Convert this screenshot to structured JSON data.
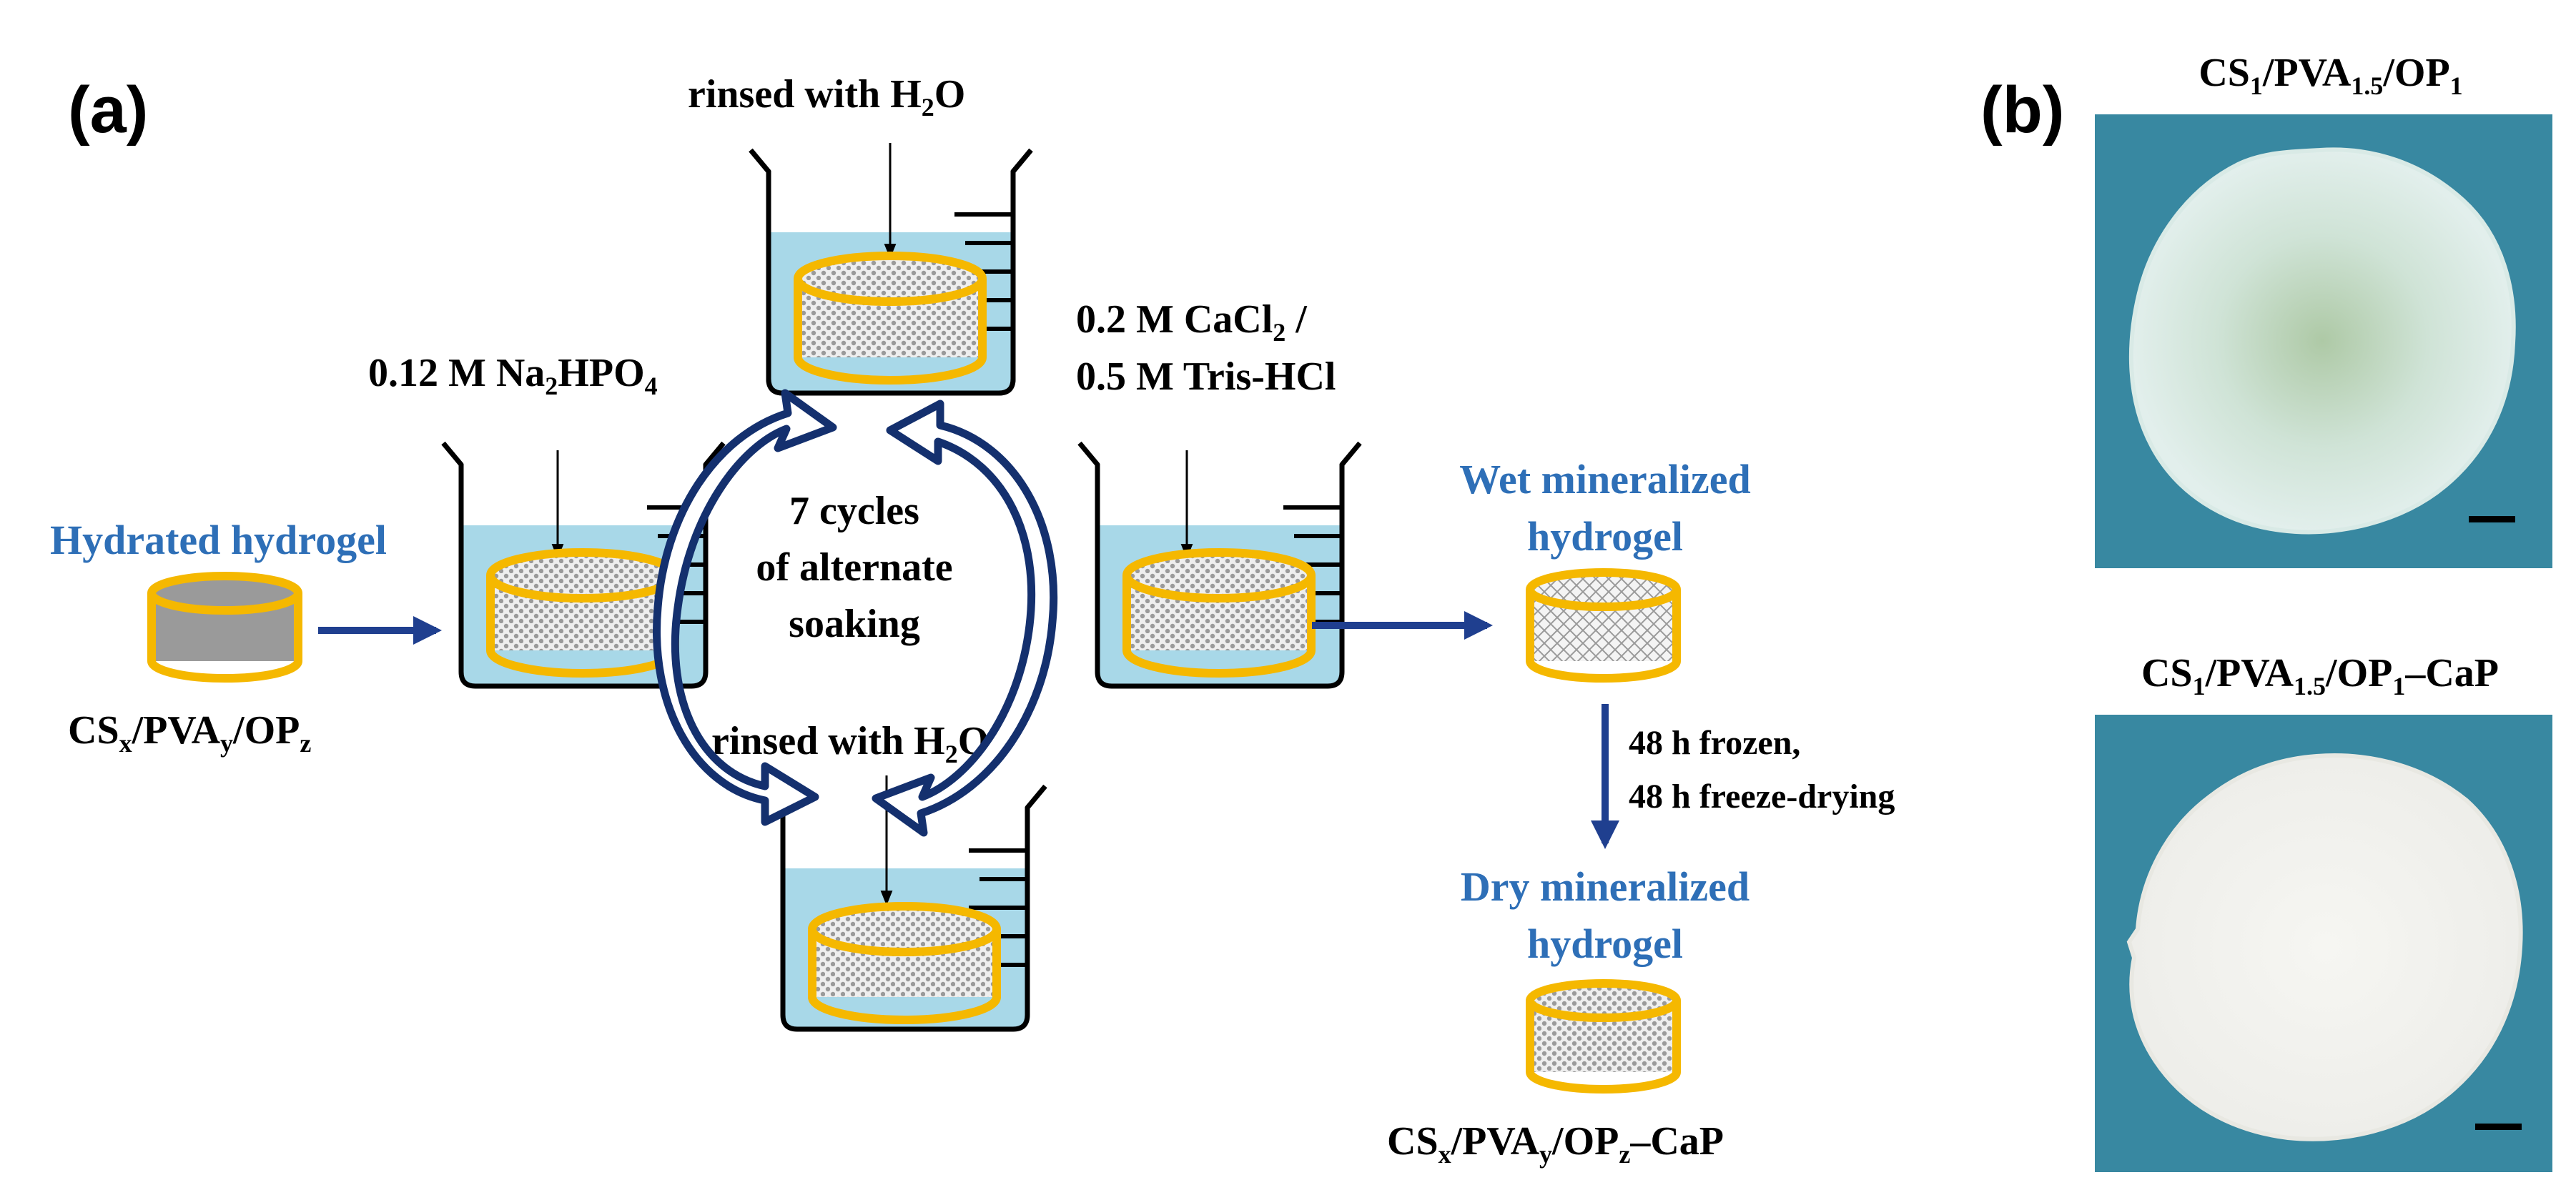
{
  "colors": {
    "water": "#a8d8e8",
    "beaker_stroke": "#000000",
    "ring": "#f5b800",
    "gray_sample": "#9a9a9a",
    "flow_arrow": "#1f3f8f",
    "cycle_arrow": "#14306e",
    "label_blue": "#2e6fb7",
    "photo_bg": "#3f8fa8"
  },
  "panel_a": {
    "label": "(a)",
    "top_rinse": {
      "pre": "rinsed with H",
      "sub": "2",
      "post": "O"
    },
    "bottom_rinse": {
      "pre": "rinsed with  H",
      "sub": "2",
      "post": "O"
    },
    "phosphate": {
      "pre": "0.12 M Na",
      "sub1": "2",
      "mid": "HPO",
      "sub2": "4"
    },
    "calcium_line1": {
      "pre": "0.2 M CaCl",
      "sub": "2",
      "post": " /"
    },
    "calcium_line2": "0.5 M Tris-HCl",
    "hydrated_label": "Hydrated hydrogel",
    "start_formula": {
      "p1": "CS",
      "s1": "x",
      "p2": "/PVA",
      "s2": "y",
      "p3": "/OP",
      "s3": "z"
    },
    "cycles": [
      "7 cycles",
      "of alternate",
      "soaking"
    ],
    "wet_label": [
      "Wet mineralized",
      "hydrogel"
    ],
    "drying": [
      "48 h frozen,",
      "48 h freeze-drying"
    ],
    "dry_label": [
      "Dry mineralized",
      "hydrogel"
    ],
    "end_formula": {
      "p1": "CS",
      "s1": "x",
      "p2": "/PVA",
      "s2": "y",
      "p3": "/OP",
      "s3": "z",
      "p4": "–CaP"
    }
  },
  "panel_b": {
    "label": "(b)",
    "top_title": {
      "p1": "CS",
      "s1": "1",
      "p2": "/PVA",
      "s2": "1.5",
      "p3": "/OP",
      "s3": "1"
    },
    "bottom_title": {
      "p1": "CS",
      "s1": "1",
      "p2": "/PVA",
      "s2": "1.5",
      "p3": "/OP",
      "s3": "1",
      "p4": "–CaP"
    }
  }
}
